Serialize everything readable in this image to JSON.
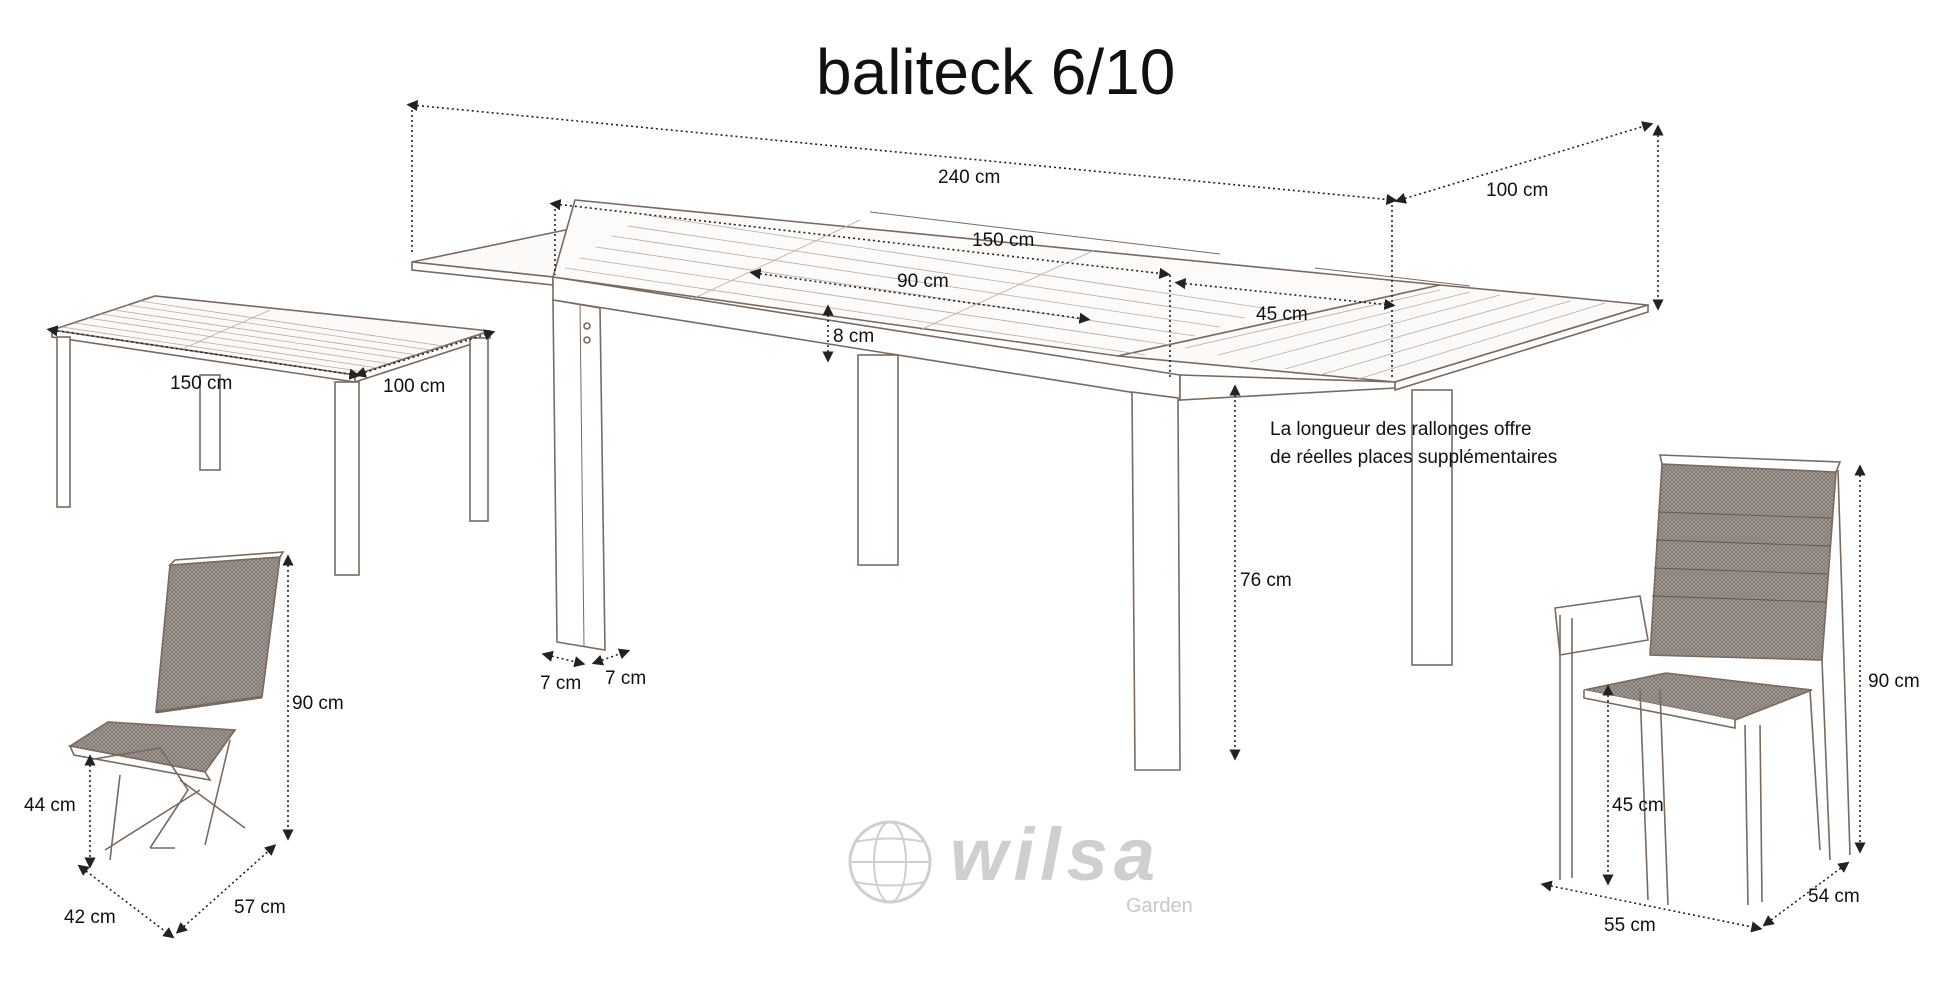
{
  "title": "baliteck 6/10",
  "note": {
    "line1": "La longueur des rallonges offre",
    "line2": "de réelles places supplémentaires"
  },
  "dimensions": {
    "extended_length": "240 cm",
    "width": "100 cm",
    "closed_length": "150 cm",
    "center_slats": "90 cm",
    "extension_length": "45 cm",
    "apron_height": "8 cm",
    "table_height": "76 cm",
    "leg_depth": "7 cm",
    "leg_width": "7 cm",
    "small_table_length": "150 cm",
    "small_table_width": "100 cm",
    "folding_chair_height": "90 cm",
    "folding_chair_seat_height": "44 cm",
    "folding_chair_width": "42 cm",
    "folding_chair_depth": "57 cm",
    "armchair_height": "90 cm",
    "armchair_seat_height": "45 cm",
    "armchair_width": "55 cm",
    "armchair_depth": "54 cm"
  },
  "logo": {
    "brand": "wilsa",
    "sub": "Garden"
  },
  "colors": {
    "line": "#7a6a5e",
    "dimension": "#222222",
    "logo": "#cfcfcf",
    "fabric": "#8d8580"
  }
}
